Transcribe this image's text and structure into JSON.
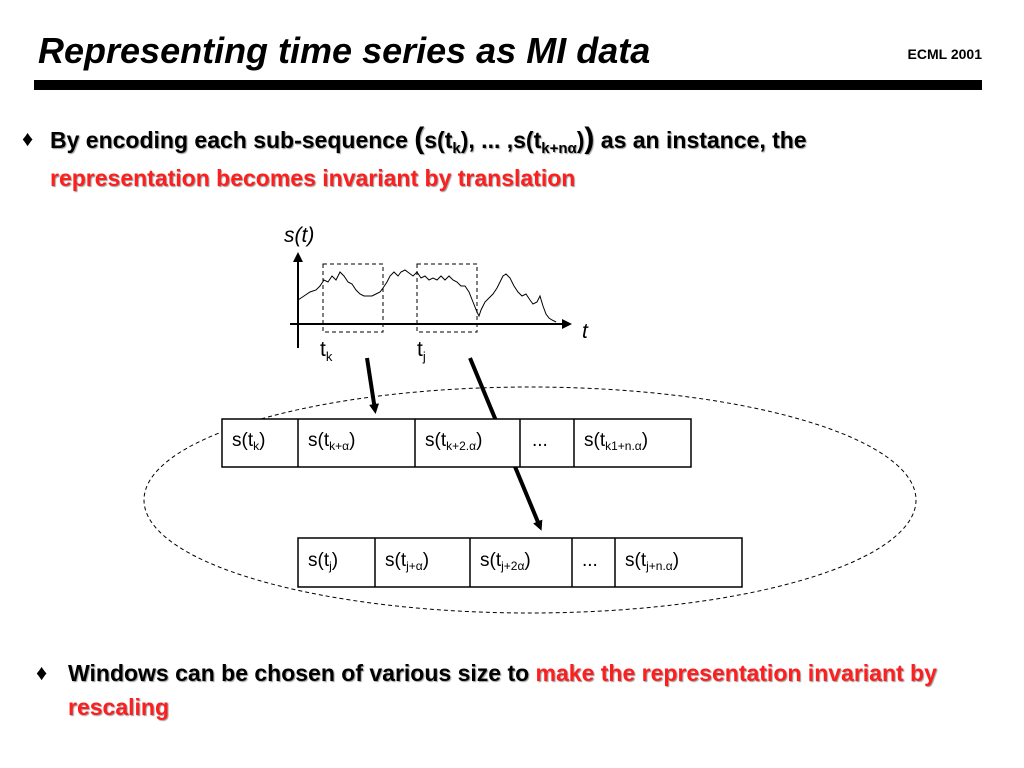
{
  "slide": {
    "title": "Representing time series as MI data",
    "conference": "ECML 2001"
  },
  "bullet1": {
    "marker": "♦",
    "text_a": "By encoding each sub-sequence ",
    "paren_open": "(",
    "s_k_open": "s(t",
    "s_k_sub": "k",
    "mid": "), ... ,s(t",
    "s_kn_sub": "k+nα",
    "close": ")",
    "paren_close": ")",
    "text_b": " as an instance, the ",
    "highlight": "representation becomes invariant by translation"
  },
  "bullet2": {
    "marker": "♦",
    "text": "Windows can be chosen of various size to ",
    "highlight": "make the representation invariant by rescaling"
  },
  "diagram": {
    "y_axis_label": "s(t)",
    "x_axis_label": "t",
    "tick_k": {
      "base": "t",
      "sub": "k"
    },
    "tick_j": {
      "base": "t",
      "sub": "j"
    },
    "row_k": [
      {
        "base": "s(t",
        "sub": "k",
        "end": ")"
      },
      {
        "base": "s(t",
        "sub": "k+α",
        "end": ")"
      },
      {
        "base": "s(t",
        "sub": "k+2.α",
        "end": ")"
      },
      {
        "base": "...",
        "sub": "",
        "end": ""
      },
      {
        "base": "s(t",
        "sub": "k1+n.α",
        "end": ")"
      }
    ],
    "row_j": [
      {
        "base": "s(t",
        "sub": "j",
        "end": ")"
      },
      {
        "base": "s(t",
        "sub": "j+α",
        "end": ")"
      },
      {
        "base": "s(t",
        "sub": "j+2α",
        "end": ")"
      },
      {
        "base": "...",
        "sub": "",
        "end": ""
      },
      {
        "base": "s(t",
        "sub": "j+n.α",
        "end": ")"
      }
    ]
  },
  "colors": {
    "highlight": "#ff1e1e",
    "text": "#000000"
  }
}
